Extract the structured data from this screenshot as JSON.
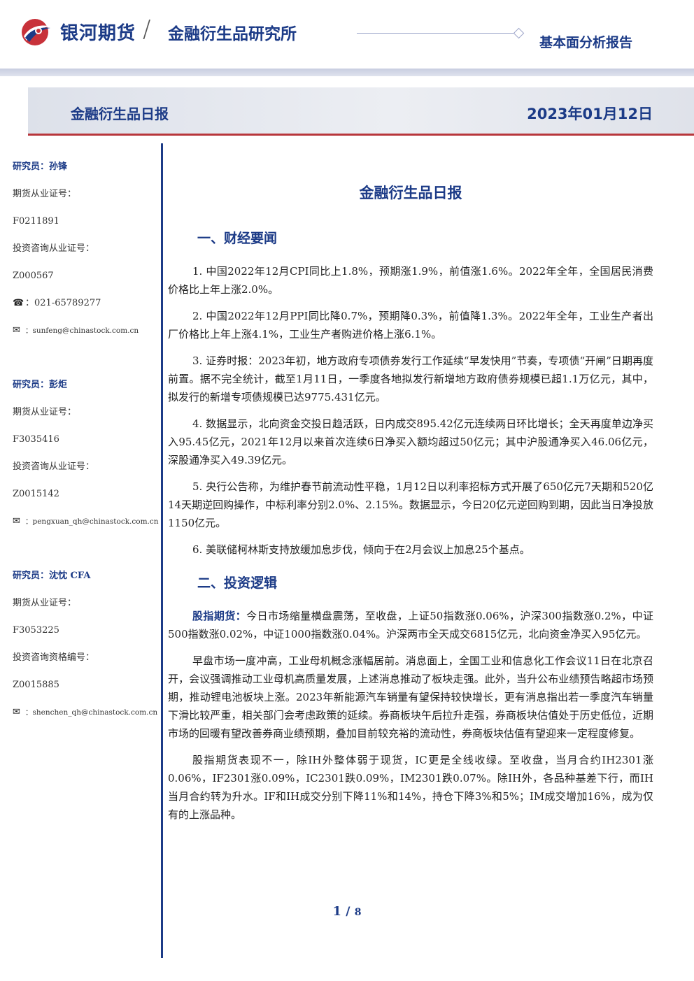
{
  "header": {
    "brand": "银河期货",
    "separator": "/",
    "institute": "金融衍生品研究所",
    "report_type": "基本面分析报告",
    "brand_colors": {
      "blue": "#1c3b87",
      "red": "#c8323a"
    }
  },
  "band": {
    "title": "金融衍生品日报",
    "date": "2023年01月12日"
  },
  "researchers": [
    {
      "name_label": "研究员：孙锋",
      "futures_cert_label": "期货从业证号：",
      "futures_cert": "F0211891",
      "advisory_cert_label": "投资咨询从业证号：",
      "advisory_cert": "Z000567",
      "phone": "021-65789277",
      "email": "sunfeng@chinastock.com.cn"
    },
    {
      "name_label": "研究员：彭炬",
      "futures_cert_label": "期货从业证号：",
      "futures_cert": "F3035416",
      "advisory_cert_label": "投资咨询从业证号：",
      "advisory_cert": "Z0015142",
      "email": "pengxuan_qh@chinastock.com.cn"
    },
    {
      "name_label": "研究员：沈忱 CFA",
      "futures_cert_label": "期货从业证号：",
      "futures_cert": "F3053225",
      "advisory_cert_label": "投资咨询资格编号：",
      "advisory_cert": "Z0015885",
      "email": "shenchen_qh@chinastock.com.cn"
    }
  ],
  "icons": {
    "phone": "phone-icon",
    "email": "email-icon"
  },
  "main": {
    "title": "金融衍生品日报",
    "section1": {
      "title": "一、财经要闻",
      "items": [
        "1. 中国2022年12月CPI同比上1.8%，预期涨1.9%，前值涨1.6%。2022年全年，全国居民消费价格比上年上涨2.0%。",
        "2. 中国2022年12月PPI同比降0.7%，预期降0.3%，前值降1.3%。2022年全年，工业生产者出厂价格比上年上涨4.1%，工业生产者购进价格上涨6.1%。",
        "3. 证券时报：2023年初，地方政府专项债券发行工作延续“早发快用”节奏，专项债“开闸”日期再度前置。据不完全统计，截至1月11日，一季度各地拟发行新增地方政府债券规模已超1.1万亿元，其中，拟发行的新增专项债规模已达9775.431亿元。",
        "4. 数据显示，北向资金交投日趋活跃，日内成交895.42亿元连续两日环比增长；全天再度单边净买入95.45亿元，2021年12月以来首次连续6日净买入额均超过50亿元；其中沪股通净买入46.06亿元，深股通净买入49.39亿元。",
        "5. 央行公告称，为维护春节前流动性平稳，1月12日以利率招标方式开展了650亿元7天期和520亿14天期逆回购操作，中标利率分别2.0%、2.15%。数据显示，今日20亿元逆回购到期，因此当日净投放1150亿元。",
        "6. 美联储柯林斯支持放缓加息步伐，倾向于在2月会议上加息25个基点。"
      ]
    },
    "section2": {
      "title": "二、投资逻辑",
      "stock_label": "股指期货：",
      "stock_text": "今日市场缩量横盘震荡，至收盘，上证50指数涨0.06%，沪深300指数涨0.2%，中证500指数涨0.02%，中证1000指数涨0.04%。沪深两市全天成交6815亿元，北向资金净买入95亿元。",
      "para2": "早盘市场一度冲高，工业母机概念涨幅居前。消息面上，全国工业和信息化工作会议11日在北京召开，会议强调推动工业母机高质量发展，上述消息推动了板块走强。此外，当升公布业绩预告略超市场预期，推动锂电池板块上涨。2023年新能源汽车销量有望保持较快增长，更有消息指出若一季度汽车销量下滑比较严重，相关部门会考虑政策的延续。券商板块午后拉升走强，券商板块估值处于历史低位，近期市场的回暖有望改善券商业绩预期，叠加目前较充裕的流动性，券商板块估值有望迎来一定程度修复。",
      "para3": "股指期货表现不一，除IH外整体弱于现货，IC更是全线收绿。至收盘，当月合约IH2301涨0.06%，IF2301涨0.09%，IC2301跌0.09%，IM2301跌0.07%。除IH外，各品种基差下行，而IH当月合约转为升水。IF和IH成交分别下降11%和14%，持仓下降3%和5%；IM成交增加16%，成为仅有的上涨品种。"
    }
  },
  "footer": {
    "page": "1",
    "sep": "/",
    "total": "8"
  }
}
